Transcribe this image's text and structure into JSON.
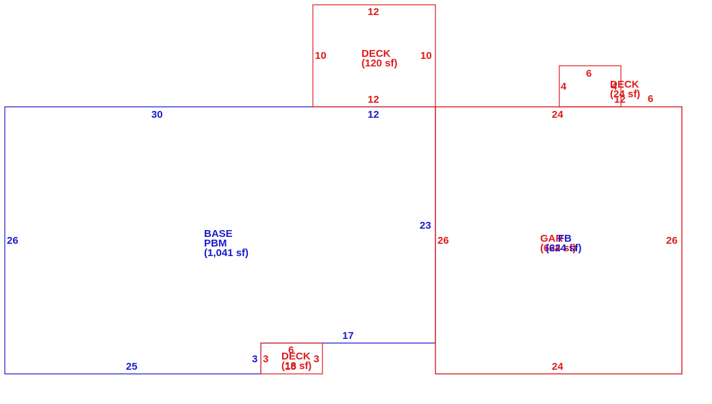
{
  "colors": {
    "blue": "#1a1acc",
    "red": "#dd1b1b"
  },
  "areas": {
    "base": {
      "line1": "BASE",
      "line2": "PBM",
      "area": "(1,041 sf)"
    },
    "deck_top": {
      "name": "DECK",
      "area": "(120 sf)"
    },
    "deck_small": {
      "name": "DECK",
      "area": "(24 sf)"
    },
    "deck_bottom": {
      "name": "DECK",
      "area": "(18 sf)"
    },
    "garage_red": {
      "name": "GAR",
      "area": "(624 sf)"
    },
    "garage_blue": {
      "name": "FB",
      "area": "(624 sf)"
    }
  },
  "dimensions": {
    "base_top_left": "30",
    "base_top_right": "12",
    "base_left": "26",
    "base_right_upper": "23",
    "base_notch_top": "17",
    "base_notch_side": "3",
    "base_bottom": "25",
    "deck_top_top": "12",
    "deck_top_left": "10",
    "deck_top_right": "10",
    "deck_top_bottom": "12",
    "deck_small_top": "6",
    "deck_small_left": "4",
    "deck_small_right": "4",
    "deck_small_bottom": "12",
    "deck_small_bottom_right": "6",
    "deck_bottom_top": "6",
    "deck_bottom_left": "3",
    "deck_bottom_right": "3",
    "deck_bottom_bottom": "18",
    "garage_top": "24",
    "garage_left": "26",
    "garage_right": "26",
    "garage_bottom": "24"
  }
}
